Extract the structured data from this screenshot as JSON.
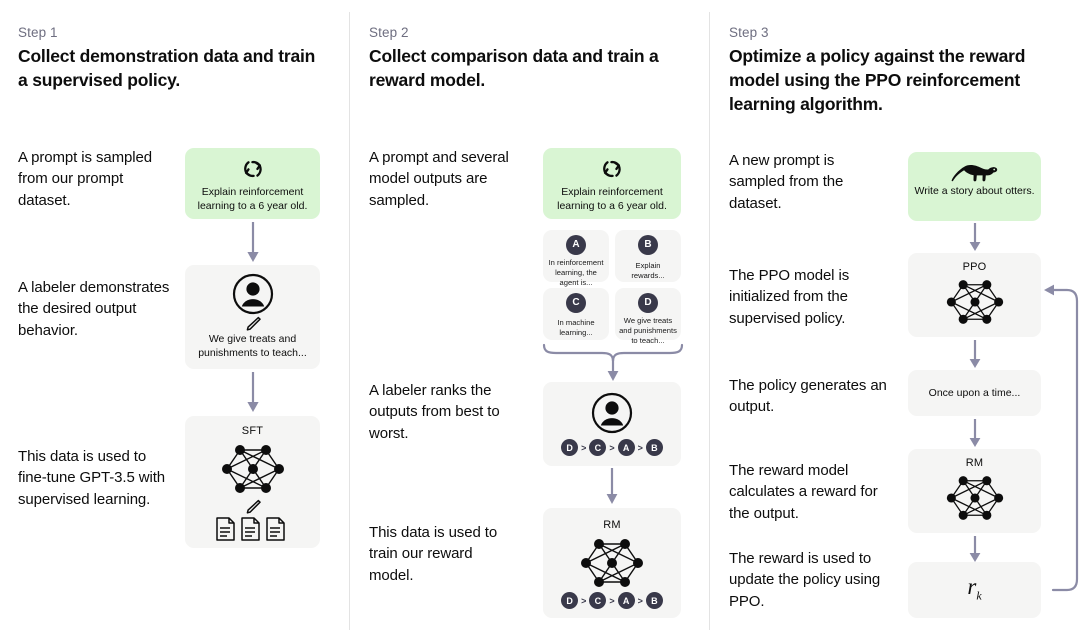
{
  "diagram": {
    "title": "InstructGPT RLHF three-step training diagram",
    "colors": {
      "background": "#ffffff",
      "card": "#f5f5f4",
      "card_green": "#d9f5d3",
      "arrow": "#8b8ba6",
      "badge": "#39394a",
      "text": "#0d0d0d",
      "muted_text": "#6e6e80",
      "divider": "#e3e3e3"
    }
  },
  "steps": [
    {
      "label": "Step 1",
      "title": "Collect demonstration data and train a supervised policy.",
      "paragraphs": [
        "A prompt is sampled from our prompt dataset.",
        "A labeler demonstrates the desired output behavior.",
        "This data is used to fine-tune GPT-3.5 with supervised learning."
      ],
      "cards": [
        {
          "icon": "refresh-cycle-icon",
          "text": "Explain reinforcement learning to a 6 year old."
        },
        {
          "icon": "labeler-person-icon",
          "text": "We give treats and punishments to teach..."
        },
        {
          "title": "SFT",
          "icon": "neural-network-icon"
        }
      ]
    },
    {
      "label": "Step 2",
      "title": "Collect comparison data and train a reward model.",
      "paragraphs": [
        "A prompt and several model outputs are sampled.",
        "A labeler ranks the outputs from best to worst.",
        "This data is used to train our reward model."
      ],
      "prompt_card": {
        "icon": "refresh-cycle-icon",
        "text": "Explain reinforcement learning to a 6 year old."
      },
      "options": [
        {
          "badge": "A",
          "text": "In reinforcement learning, the agent is..."
        },
        {
          "badge": "B",
          "text": "Explain rewards..."
        },
        {
          "badge": "C",
          "text": "In machine learning..."
        },
        {
          "badge": "D",
          "text": "We give treats and punishments to teach..."
        }
      ],
      "ranking": [
        "D",
        "C",
        "A",
        "B"
      ],
      "ranking_separator": ">",
      "rm_card": {
        "title": "RM",
        "icon": "neural-network-icon"
      }
    },
    {
      "label": "Step 3",
      "title": "Optimize a policy against the reward model using the PPO reinforcement learning algorithm.",
      "paragraphs": [
        "A new prompt is sampled from the dataset.",
        "The PPO model is initialized from the supervised policy.",
        "The policy generates an output.",
        "The reward model calculates a reward for the output.",
        "The reward is used to update the policy using PPO."
      ],
      "cards": [
        {
          "icon": "otter-icon",
          "text": "Write a story about otters."
        },
        {
          "title": "PPO",
          "icon": "neural-network-icon"
        },
        {
          "text": "Once upon a time..."
        },
        {
          "title": "RM",
          "icon": "neural-network-icon"
        },
        {
          "formula": "r",
          "subscript": "k"
        }
      ]
    }
  ]
}
